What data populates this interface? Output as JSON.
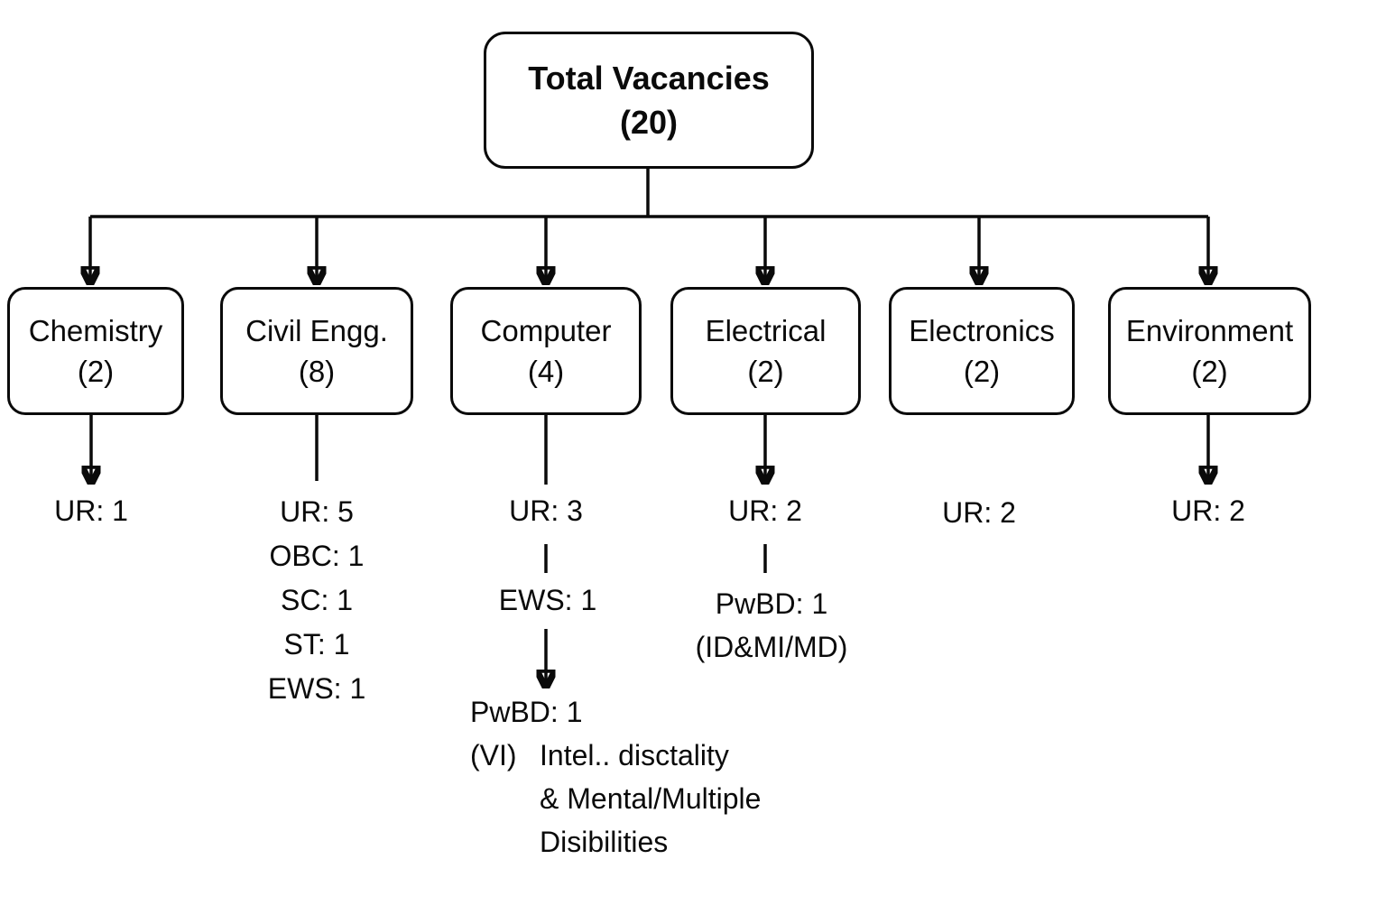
{
  "root_node": {
    "label": "Total Vacancies",
    "count": "(20)"
  },
  "branches": [
    {
      "name": "Chemistry",
      "count": "(2)"
    },
    {
      "name": "Civil Engg.",
      "count": "(8)"
    },
    {
      "name": "Computer",
      "count": "(4)"
    },
    {
      "name": "Electrical",
      "count": "(2)"
    },
    {
      "name": "Electronics",
      "count": "(2)"
    },
    {
      "name": "Environment",
      "count": "(2)"
    }
  ],
  "allocations": {
    "chemistry": [
      "UR: 1"
    ],
    "civil": [
      "UR: 5",
      "OBC: 1",
      "SC: 1",
      "ST: 1",
      "EWS: 1"
    ],
    "computer": {
      "ur": "UR: 3",
      "ews": "EWS: 1",
      "pwbd": "PwBD: 1",
      "pwbd_category": "(VI)",
      "pwbd_desc": [
        "Intel.. disctality",
        "& Mental/Multiple",
        "Disibilities"
      ]
    },
    "electrical": {
      "ur": "UR: 2",
      "pwbd": "PwBD: 1",
      "pwbd_category": "(ID&MI/MD)"
    },
    "electronics": [
      "UR: 2"
    ],
    "environment": [
      "UR: 2"
    ]
  },
  "colors": {
    "line": "#0a0a0a",
    "background": "#ffffff"
  }
}
